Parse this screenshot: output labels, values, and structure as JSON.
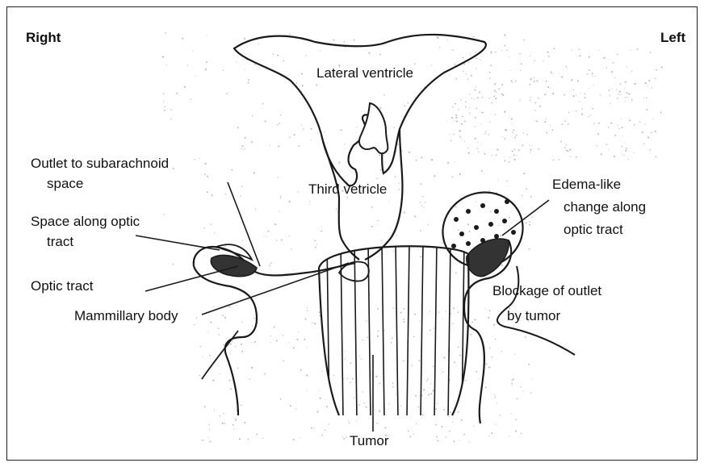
{
  "sides": {
    "right": "Right",
    "left": "Left"
  },
  "labels": {
    "lateral_ventricle": "Lateral ventricle",
    "third_ventricle": "Third vetricle",
    "outlet_line1": "Outlet to subarachnoid",
    "outlet_line2": "space",
    "space_line1": "Space along optic",
    "space_line2": "tract",
    "optic_tract": "Optic tract",
    "mammillary_body": "Mammillary body",
    "edema_line1": "Edema-like",
    "edema_line2": "change along",
    "edema_line3": "optic tract",
    "blockage_line1": "Blockage of outlet",
    "blockage_line2": "by tumor",
    "tumor": "Tumor"
  },
  "colors": {
    "line": "#1a1a1a",
    "fill_dark": "#333333",
    "background": "#ffffff"
  }
}
